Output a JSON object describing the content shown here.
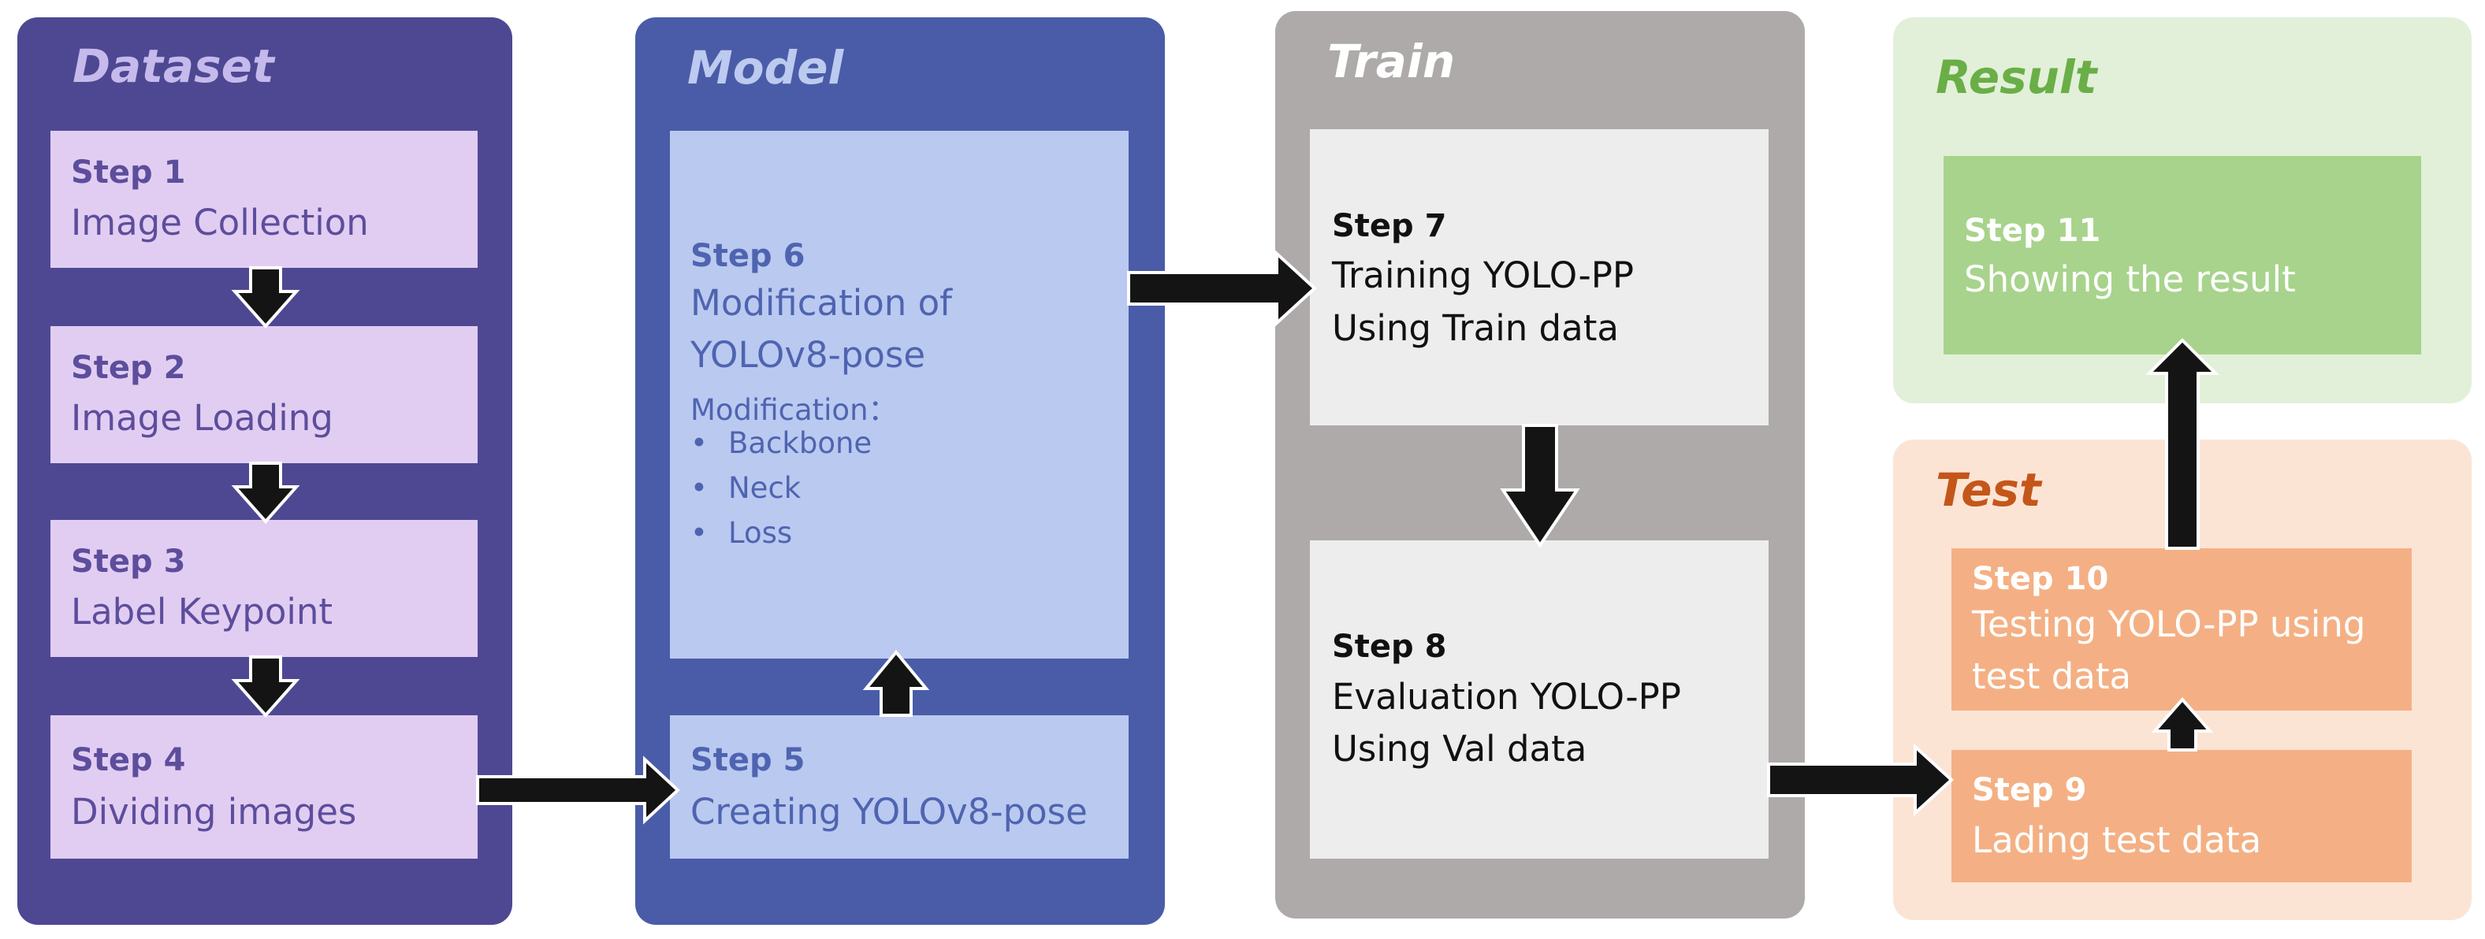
{
  "colors": {
    "dataset_panel": "#4e4893",
    "dataset_box": "#e2cdf2",
    "dataset_text": "#5c4e9c",
    "dataset_title": "#c6b9ec",
    "model_panel": "#4a5ca8",
    "model_box": "#bac9f0",
    "model_text": "#4f64b0",
    "model_title": "#bccaf0",
    "train_panel": "#aeaaa9",
    "train_box": "#ededed",
    "train_text": "#111111",
    "train_title": "#ffffff",
    "result_panel": "#e2f0d9",
    "result_box": "#a8d38c",
    "result_text": "#ffffff",
    "result_title": "#6aae47",
    "test_panel": "#fce4d5",
    "test_box": "#f4b084",
    "test_text": "#ffffff",
    "test_title": "#c4561a",
    "arrow": "#141414"
  },
  "dataset": {
    "title": "Dataset",
    "steps": [
      {
        "step": "Step 1",
        "label": "Image Collection"
      },
      {
        "step": "Step 2",
        "label": "Image Loading"
      },
      {
        "step": "Step 3",
        "label": "Label Keypoint"
      },
      {
        "step": "Step 4",
        "label": "Dividing images"
      }
    ]
  },
  "model": {
    "title": "Model",
    "step6": {
      "step": "Step 6",
      "label_line1": "Modification of",
      "label_line2": "YOLOv8-pose",
      "sub": "Modification：",
      "items": [
        "Backbone",
        "Neck",
        "Loss"
      ]
    },
    "step5": {
      "step": "Step 5",
      "label": "Creating YOLOv8-pose"
    }
  },
  "train": {
    "title": "Train",
    "step7": {
      "step": "Step 7",
      "line1": "Training YOLO-PP",
      "line2": "Using Train data"
    },
    "step8": {
      "step": "Step 8",
      "line1": "Evaluation YOLO-PP",
      "line2": "Using Val data"
    }
  },
  "result": {
    "title": "Result",
    "step11": {
      "step": "Step 11",
      "label": "Showing the result"
    }
  },
  "test": {
    "title": "Test",
    "step10": {
      "step": "Step 10",
      "line1": "Testing YOLO-PP using",
      "line2": "test data"
    },
    "step9": {
      "step": "Step 9",
      "label": "Lading test data"
    }
  }
}
